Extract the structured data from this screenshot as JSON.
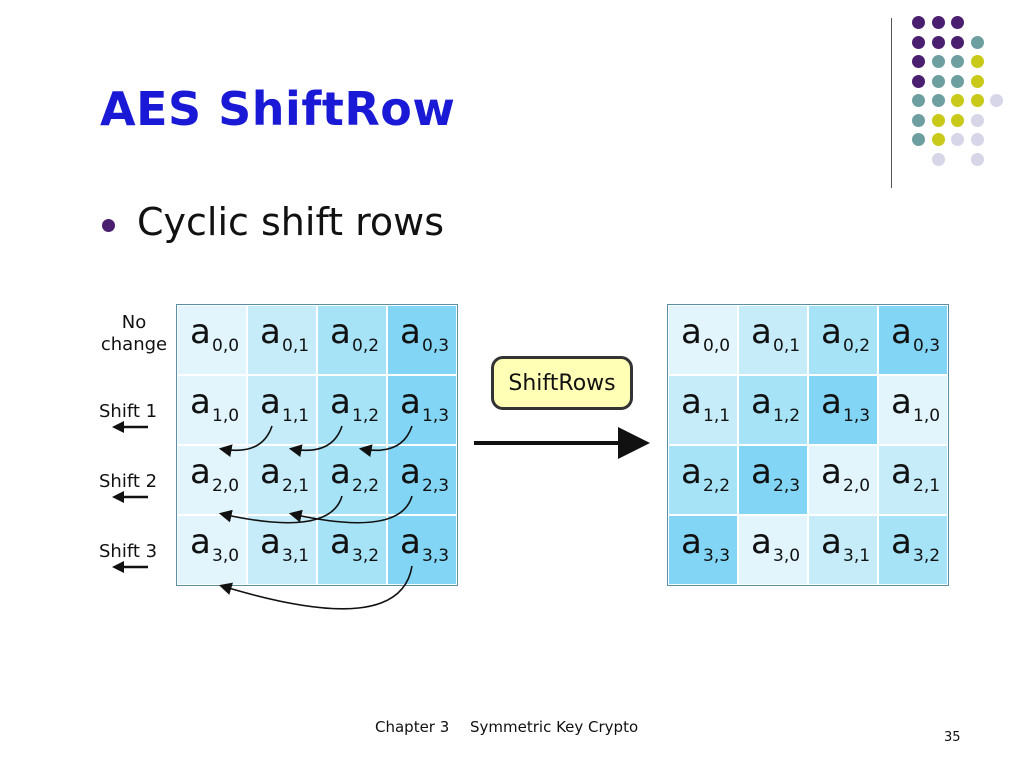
{
  "slide": {
    "title": "AES ShiftRow",
    "bullet": "Cyclic shift rows",
    "footer_chapter": "Chapter 3",
    "footer_title": "Symmetric Key Crypto",
    "page_number": "35"
  },
  "diagram": {
    "row_labels": [
      {
        "text": "No change",
        "line1": "No",
        "line2": "change"
      },
      {
        "text": "Shift 1"
      },
      {
        "text": "Shift 2"
      },
      {
        "text": "Shift 3"
      }
    ],
    "operation_label": "ShiftRows",
    "left_grid": [
      [
        {
          "base": "a",
          "sub": "0,0"
        },
        {
          "base": "a",
          "sub": "0,1"
        },
        {
          "base": "a",
          "sub": "0,2"
        },
        {
          "base": "a",
          "sub": "0,3"
        }
      ],
      [
        {
          "base": "a",
          "sub": "1,0"
        },
        {
          "base": "a",
          "sub": "1,1"
        },
        {
          "base": "a",
          "sub": "1,2"
        },
        {
          "base": "a",
          "sub": "1,3"
        }
      ],
      [
        {
          "base": "a",
          "sub": "2,0"
        },
        {
          "base": "a",
          "sub": "2,1"
        },
        {
          "base": "a",
          "sub": "2,2"
        },
        {
          "base": "a",
          "sub": "2,3"
        }
      ],
      [
        {
          "base": "a",
          "sub": "3,0"
        },
        {
          "base": "a",
          "sub": "3,1"
        },
        {
          "base": "a",
          "sub": "3,2"
        },
        {
          "base": "a",
          "sub": "3,3"
        }
      ]
    ],
    "right_grid": [
      [
        {
          "base": "a",
          "sub": "0,0"
        },
        {
          "base": "a",
          "sub": "0,1"
        },
        {
          "base": "a",
          "sub": "0,2"
        },
        {
          "base": "a",
          "sub": "0,3"
        }
      ],
      [
        {
          "base": "a",
          "sub": "1,1"
        },
        {
          "base": "a",
          "sub": "1,2"
        },
        {
          "base": "a",
          "sub": "1,3"
        },
        {
          "base": "a",
          "sub": "1,0"
        }
      ],
      [
        {
          "base": "a",
          "sub": "2,2"
        },
        {
          "base": "a",
          "sub": "2,3"
        },
        {
          "base": "a",
          "sub": "2,0"
        },
        {
          "base": "a",
          "sub": "2,1"
        }
      ],
      [
        {
          "base": "a",
          "sub": "3,3"
        },
        {
          "base": "a",
          "sub": "3,0"
        },
        {
          "base": "a",
          "sub": "3,1"
        },
        {
          "base": "a",
          "sub": "3,2"
        }
      ]
    ],
    "colors": {
      "shade1": "#e3f5fc",
      "shade2": "#c6ecf9",
      "shade3": "#a6e3f7",
      "shade4": "#82d5f4",
      "title": "#1a1ad6",
      "shiftrows_box": "#ffffb5"
    }
  },
  "decoration": {
    "dot_colors": [
      "#4b1f6f",
      "#6e9fa0",
      "#c9c91a",
      "#d6d6e8"
    ]
  }
}
